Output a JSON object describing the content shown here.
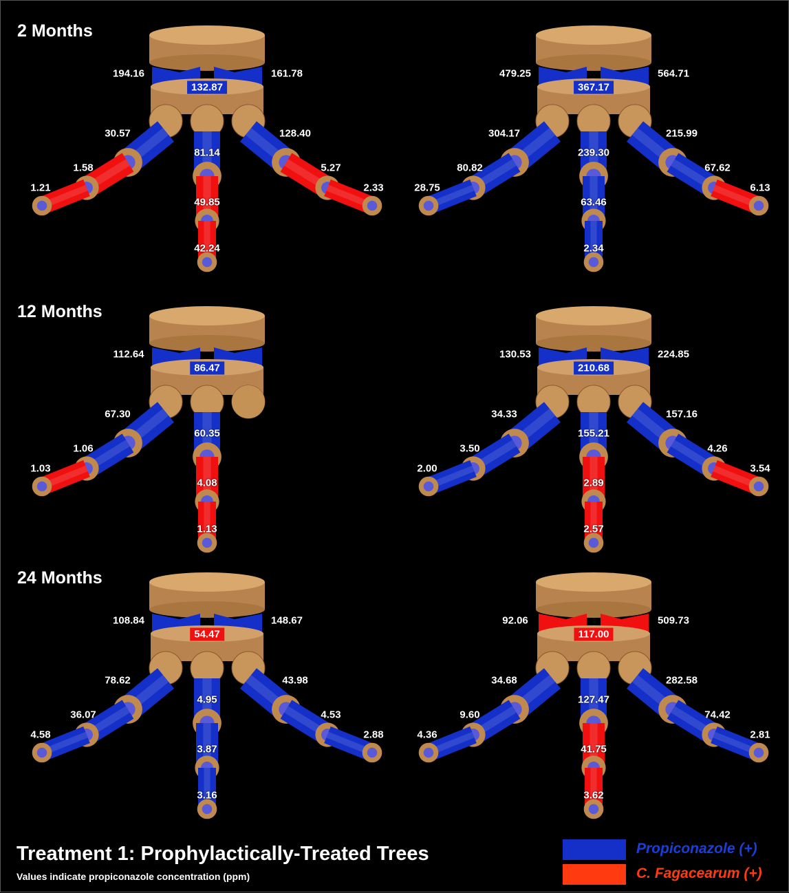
{
  "colors": {
    "positive_blue": "#1530c8",
    "positive_red": "#f01010",
    "wood": "#c08a4f",
    "legend_blue_text": "#1a3fd8",
    "legend_red_text": "#ff3a10"
  },
  "rows": [
    {
      "title": "2 Months",
      "panels": [
        {
          "center": {
            "value": "132.87",
            "color": "blue"
          },
          "left_top": "194.16",
          "right_top": "161.78",
          "wings": "blue",
          "left": [
            {
              "v": "30.57",
              "c": "blue"
            },
            {
              "v": "1.58",
              "c": "red"
            },
            {
              "v": "1.21",
              "c": "red"
            }
          ],
          "middle": [
            {
              "v": "81.14",
              "c": "blue"
            },
            {
              "v": "49.85",
              "c": "red"
            },
            {
              "v": "42.24",
              "c": "red"
            }
          ],
          "right": [
            {
              "v": "128.40",
              "c": "blue"
            },
            {
              "v": "5.27",
              "c": "red"
            },
            {
              "v": "2.33",
              "c": "red"
            }
          ]
        },
        {
          "center": {
            "value": "367.17",
            "color": "blue"
          },
          "left_top": "479.25",
          "right_top": "564.71",
          "wings": "blue",
          "left": [
            {
              "v": "304.17",
              "c": "blue"
            },
            {
              "v": "80.82",
              "c": "blue"
            },
            {
              "v": "28.75",
              "c": "blue"
            }
          ],
          "middle": [
            {
              "v": "239.30",
              "c": "blue"
            },
            {
              "v": "63.46",
              "c": "blue"
            },
            {
              "v": "2.34",
              "c": "blue"
            }
          ],
          "right": [
            {
              "v": "215.99",
              "c": "blue"
            },
            {
              "v": "67.62",
              "c": "blue"
            },
            {
              "v": "6.13",
              "c": "red"
            }
          ]
        }
      ]
    },
    {
      "title": "12 Months",
      "panels": [
        {
          "center": {
            "value": "86.47",
            "color": "blue"
          },
          "left_top": "112.64",
          "right_top": "",
          "wings": "blue",
          "left": [
            {
              "v": "67.30",
              "c": "blue"
            },
            {
              "v": "1.06",
              "c": "blue"
            },
            {
              "v": "1.03",
              "c": "red"
            }
          ],
          "middle": [
            {
              "v": "60.35",
              "c": "blue"
            },
            {
              "v": "4.08",
              "c": "red"
            },
            {
              "v": "1.13",
              "c": "red"
            }
          ],
          "right": []
        },
        {
          "center": {
            "value": "210.68",
            "color": "blue"
          },
          "left_top": "130.53",
          "right_top": "224.85",
          "wings": "blue",
          "left": [
            {
              "v": "34.33",
              "c": "blue"
            },
            {
              "v": "3.50",
              "c": "blue"
            },
            {
              "v": "2.00",
              "c": "blue"
            }
          ],
          "middle": [
            {
              "v": "155.21",
              "c": "blue"
            },
            {
              "v": "2.89",
              "c": "red"
            },
            {
              "v": "2.57",
              "c": "red"
            }
          ],
          "right": [
            {
              "v": "157.16",
              "c": "blue"
            },
            {
              "v": "4.26",
              "c": "blue"
            },
            {
              "v": "3.54",
              "c": "red"
            }
          ]
        }
      ]
    },
    {
      "title": "24 Months",
      "panels": [
        {
          "center": {
            "value": "54.47",
            "color": "red"
          },
          "left_top": "108.84",
          "right_top": "148.67",
          "wings": "blue",
          "left": [
            {
              "v": "78.62",
              "c": "blue"
            },
            {
              "v": "36.07",
              "c": "blue"
            },
            {
              "v": "4.58",
              "c": "blue"
            }
          ],
          "middle": [
            {
              "v": "4.95",
              "c": "blue"
            },
            {
              "v": "3.87",
              "c": "blue"
            },
            {
              "v": "3.16",
              "c": "blue"
            }
          ],
          "right": [
            {
              "v": "43.98",
              "c": "blue"
            },
            {
              "v": "4.53",
              "c": "blue"
            },
            {
              "v": "2.88",
              "c": "blue"
            }
          ]
        },
        {
          "center": {
            "value": "117.00",
            "color": "red"
          },
          "left_top": "92.06",
          "right_top": "509.73",
          "wings": "red",
          "left": [
            {
              "v": "34.68",
              "c": "blue"
            },
            {
              "v": "9.60",
              "c": "blue"
            },
            {
              "v": "4.36",
              "c": "blue"
            }
          ],
          "middle": [
            {
              "v": "127.47",
              "c": "blue"
            },
            {
              "v": "41.75",
              "c": "red"
            },
            {
              "v": "3.62",
              "c": "red"
            }
          ],
          "right": [
            {
              "v": "282.58",
              "c": "blue"
            },
            {
              "v": "74.42",
              "c": "blue"
            },
            {
              "v": "2.81",
              "c": "blue"
            }
          ]
        }
      ]
    }
  ],
  "footer": {
    "title": "Treatment 1:  Prophylactically-Treated Trees",
    "subtitle": "Values indicate propiconazole concentration (ppm)"
  },
  "legend": [
    {
      "label": "Propiconazole",
      "suffix": " (+)",
      "color": "blue"
    },
    {
      "label": "C. Fagacearum",
      "suffix": " (+)",
      "color": "red"
    }
  ]
}
